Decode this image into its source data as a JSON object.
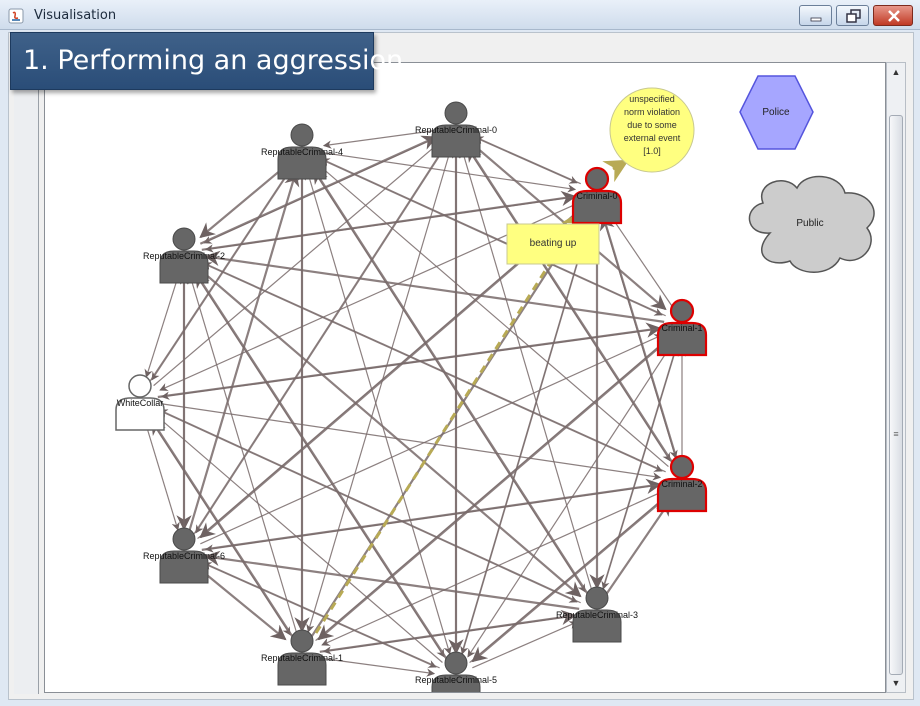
{
  "window": {
    "title": "Visualisation",
    "icon": "java-app-icon",
    "controls": [
      "minimize-icon",
      "restore-icon",
      "close-icon"
    ]
  },
  "banner": {
    "text": "1. Performing an aggression"
  },
  "colors": {
    "banner": "#2f527d",
    "node_fill": "#666666",
    "criminal_outline": "#dd0000",
    "edge": "#786a6a",
    "aggression_edge": "#b8aa55",
    "note_fill": "#ffff80",
    "police_fill": "#a6a6ff",
    "public_fill": "#cccccc"
  },
  "graph": {
    "nodes": [
      {
        "id": "rc0",
        "label": "ReputableCriminal-0",
        "type": "reputable"
      },
      {
        "id": "rc4",
        "label": "ReputableCriminal-4",
        "type": "reputable"
      },
      {
        "id": "rc2",
        "label": "ReputableCriminal-2",
        "type": "reputable"
      },
      {
        "id": "wc",
        "label": "WhiteCollar",
        "type": "whitecollar"
      },
      {
        "id": "rc6",
        "label": "ReputableCriminal-6",
        "type": "reputable"
      },
      {
        "id": "rc1",
        "label": "ReputableCriminal-1",
        "type": "reputable"
      },
      {
        "id": "rc5",
        "label": "ReputableCriminal-5",
        "type": "reputable"
      },
      {
        "id": "rc3",
        "label": "ReputableCriminal-3",
        "type": "reputable"
      },
      {
        "id": "c2",
        "label": "Criminal-2",
        "type": "criminal"
      },
      {
        "id": "c1",
        "label": "Criminal-1",
        "type": "criminal"
      },
      {
        "id": "c0",
        "label": "Criminal-0",
        "type": "criminal"
      }
    ],
    "action_label": "beating up",
    "violation_lines": [
      "unspecified",
      "norm violation",
      "due to some",
      "external event",
      "[1.0]"
    ],
    "police_label": "Police",
    "public_label": "Public"
  }
}
